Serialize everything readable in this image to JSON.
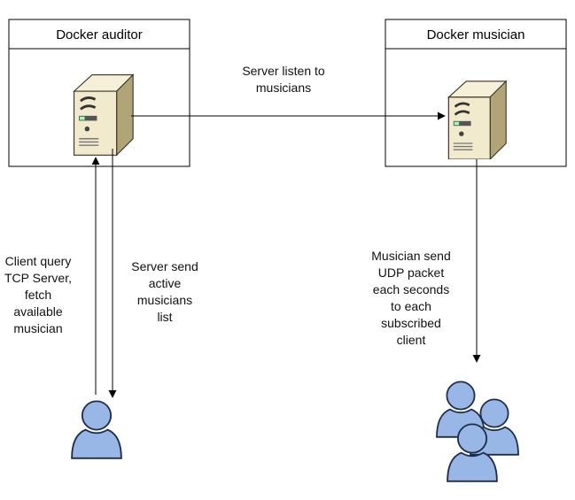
{
  "nodes": {
    "auditor": {
      "title": "Docker auditor"
    },
    "musician": {
      "title": "Docker musician"
    }
  },
  "edges": {
    "auditor_to_musician": {
      "label_lines": [
        "Server listen to",
        "musicians"
      ]
    },
    "client_to_auditor": {
      "label_lines": [
        "Client query",
        "TCP Server,",
        "fetch",
        "available",
        "musician"
      ]
    },
    "auditor_to_client": {
      "label_lines": [
        "Server send",
        "active",
        "musicians",
        "list"
      ]
    },
    "musician_to_group": {
      "label_lines": [
        "Musician send",
        "UDP packet",
        "each seconds",
        "to each",
        "subscribed",
        "client"
      ]
    }
  },
  "colors": {
    "box_stroke": "#000000",
    "line": "#000000",
    "server_case": "#f3ecd2",
    "server_shade": "#c9bd92",
    "person_fill": "#98b6e6",
    "person_stroke": "#1f2f4a"
  },
  "icons": {
    "server": "server-icon",
    "user": "user-icon",
    "user_group": "user-group-icon"
  }
}
